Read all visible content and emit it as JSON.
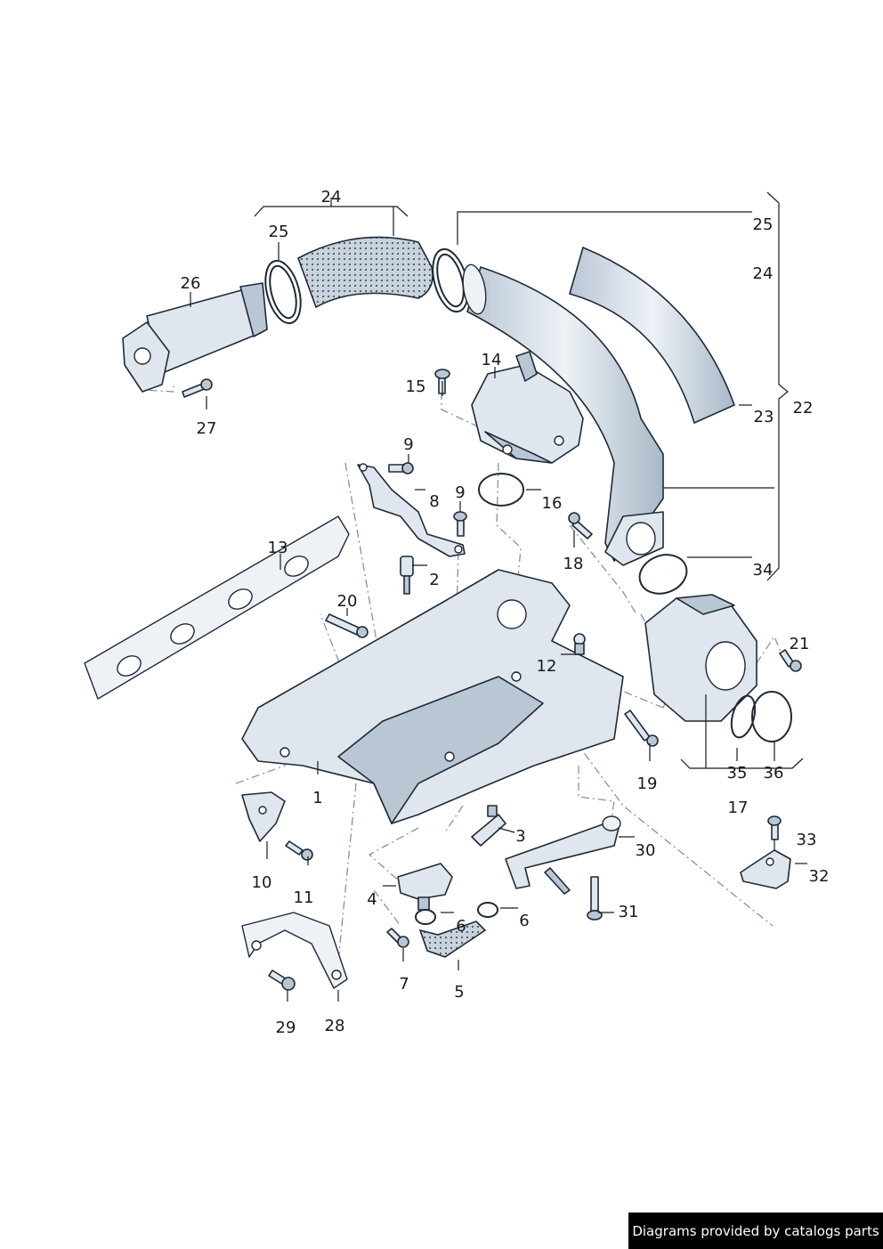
{
  "callouts": {
    "c1": "1",
    "c2": "2",
    "c3": "3",
    "c4": "4",
    "c5": "5",
    "c6a": "6",
    "c6b": "6",
    "c7": "7",
    "c8": "8",
    "c9a": "9",
    "c9b": "9",
    "c10": "10",
    "c11": "11",
    "c12": "12",
    "c13": "13",
    "c14": "14",
    "c15": "15",
    "c16": "16",
    "c17": "17",
    "c18": "18",
    "c19": "19",
    "c20": "20",
    "c21": "21",
    "c22": "22",
    "c23": "23",
    "c24a": "24",
    "c24b": "24",
    "c25a": "25",
    "c25b": "25",
    "c26": "26",
    "c27": "27",
    "c28": "28",
    "c29": "29",
    "c30": "30",
    "c31": "31",
    "c32": "32",
    "c33": "33",
    "c34": "34",
    "c35": "35",
    "c36": "36"
  },
  "credit": {
    "text": "Diagrams provided by catalogs parts"
  },
  "colors": {
    "part_fill": "#dfe6ee",
    "part_shadow": "#b9c6d4",
    "outline": "#1f2a36",
    "dash_line": "#7f93a8",
    "badge_bg": "#000000",
    "badge_text": "#ffffff"
  }
}
